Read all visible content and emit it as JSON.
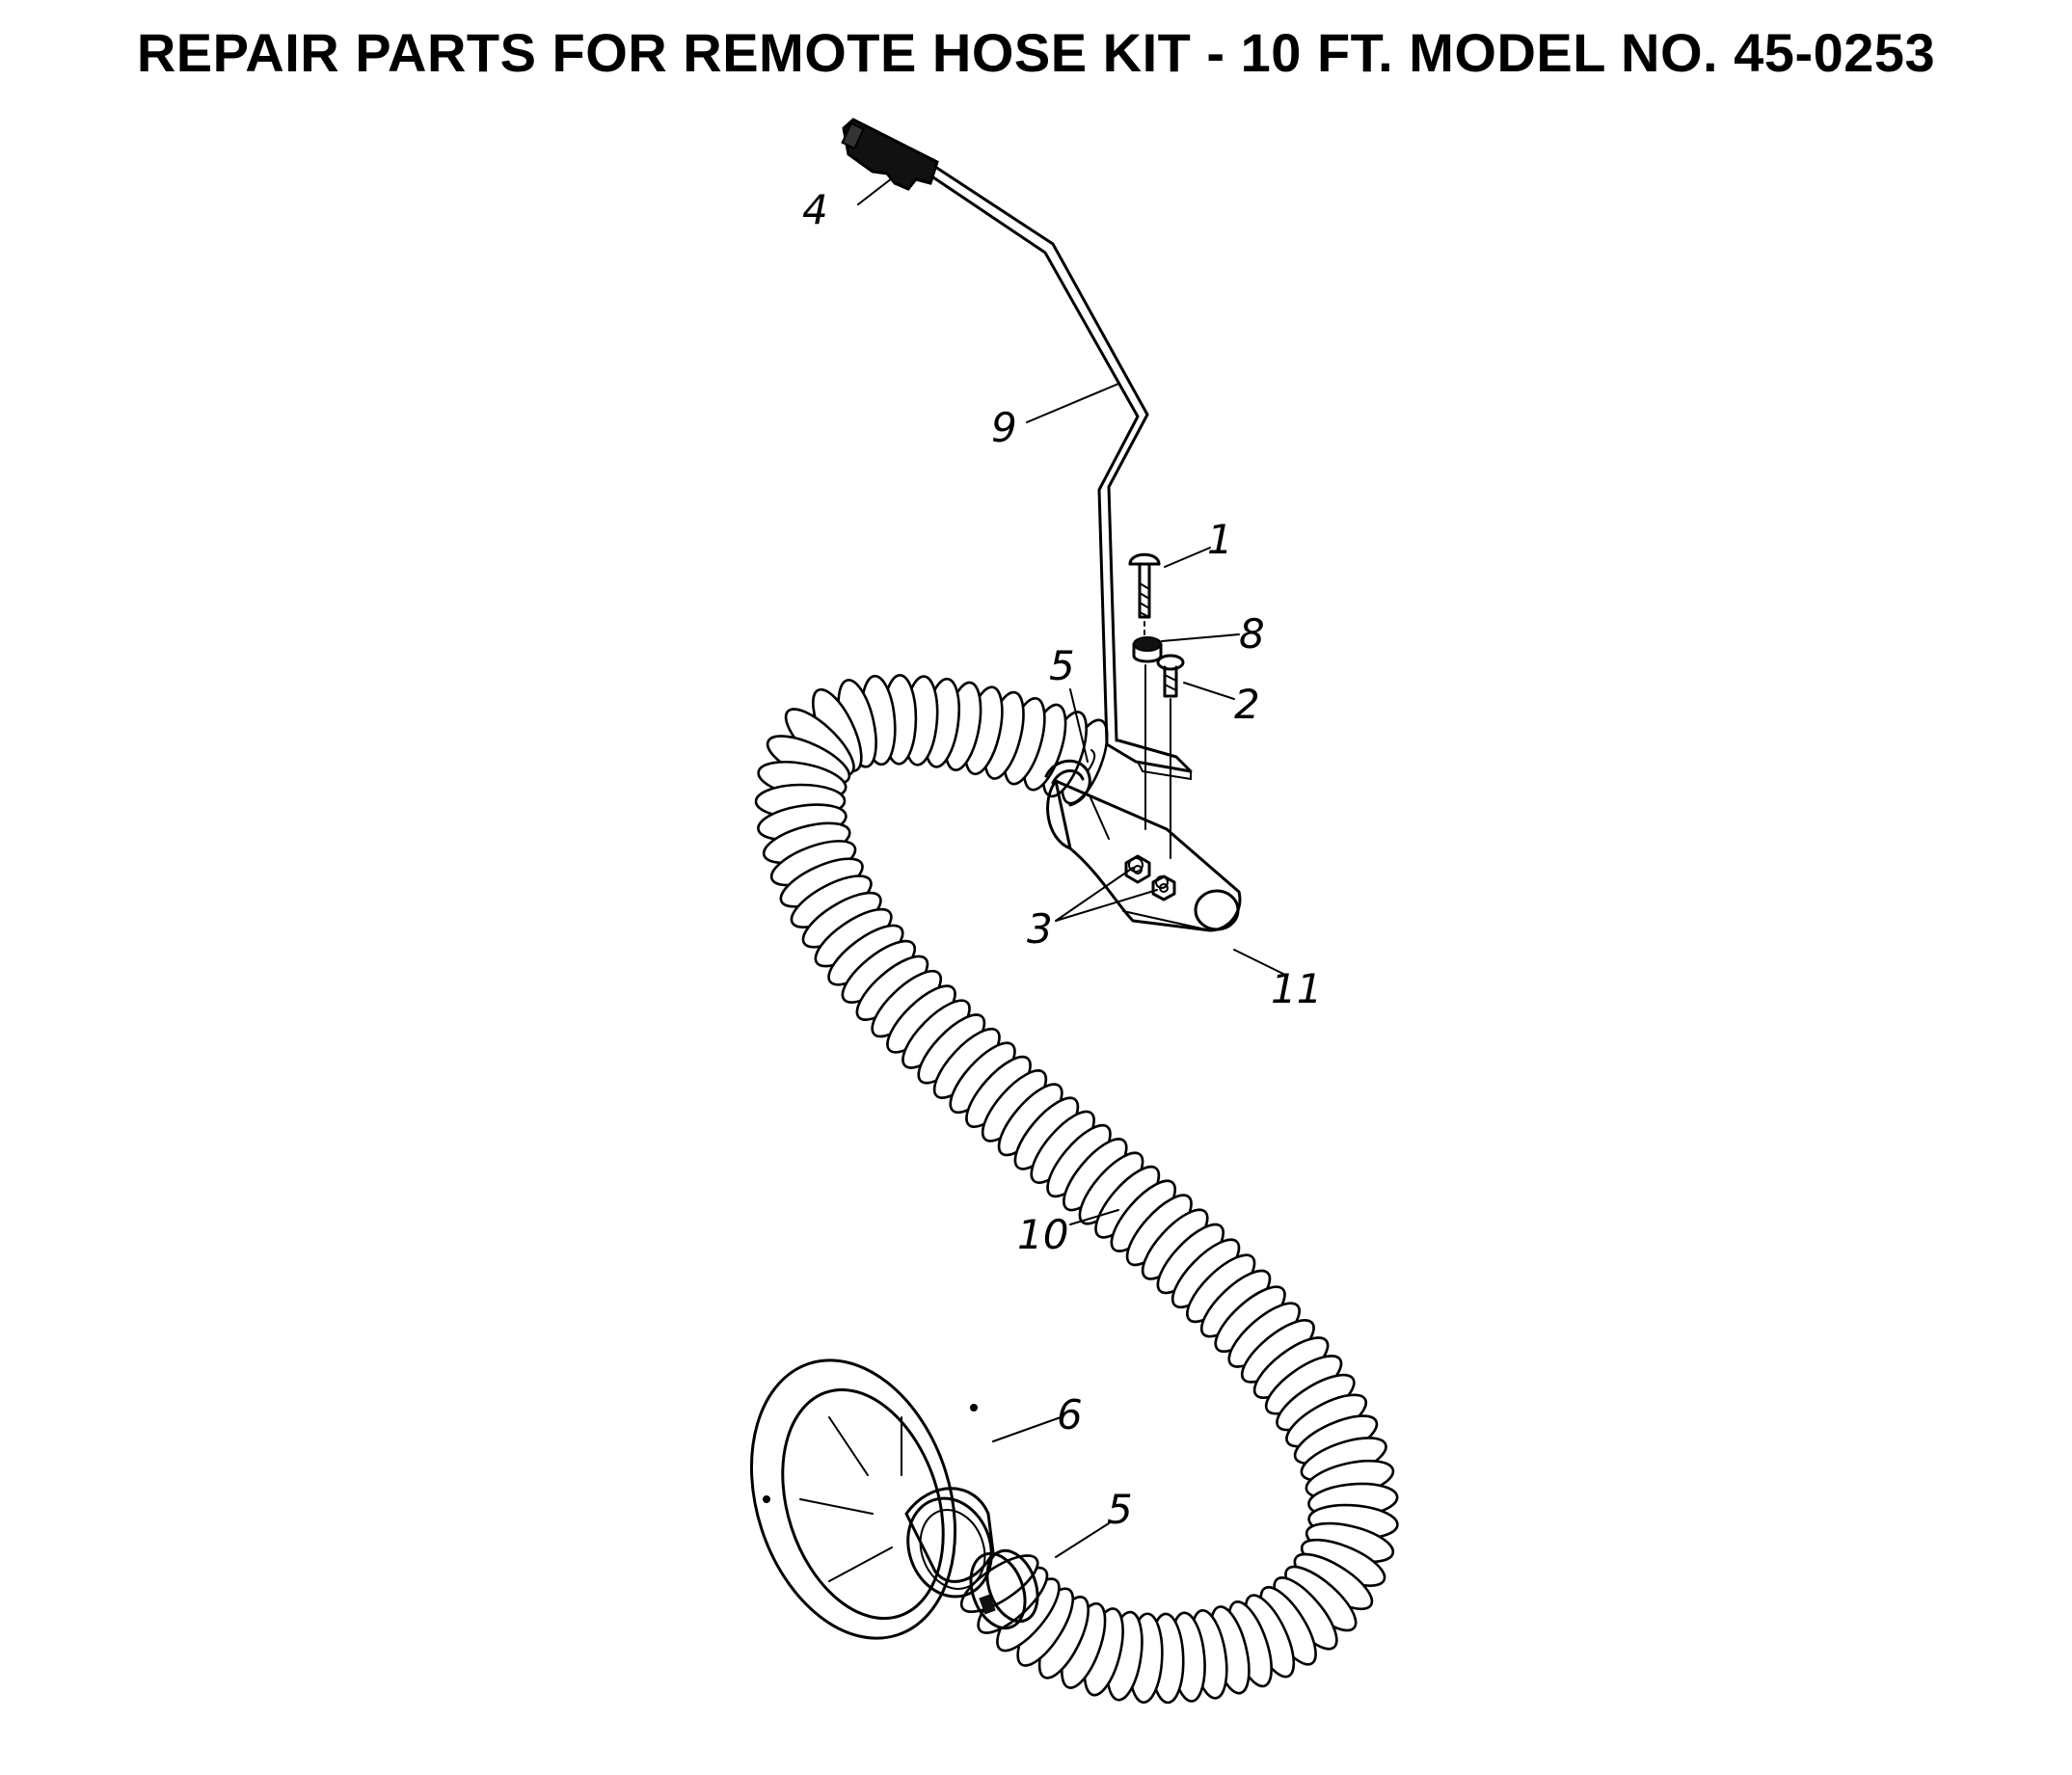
{
  "title": "REPAIR PARTS FOR REMOTE HOSE KIT - 10 FT.  MODEL NO. 45-0253",
  "callouts": {
    "c1": "1",
    "c2": "2",
    "c3": "3",
    "c4": "4",
    "c5_top": "5",
    "c5_bottom": "5",
    "c6": "6",
    "c8": "8",
    "c9": "9",
    "c10": "10",
    "c11": "11"
  }
}
